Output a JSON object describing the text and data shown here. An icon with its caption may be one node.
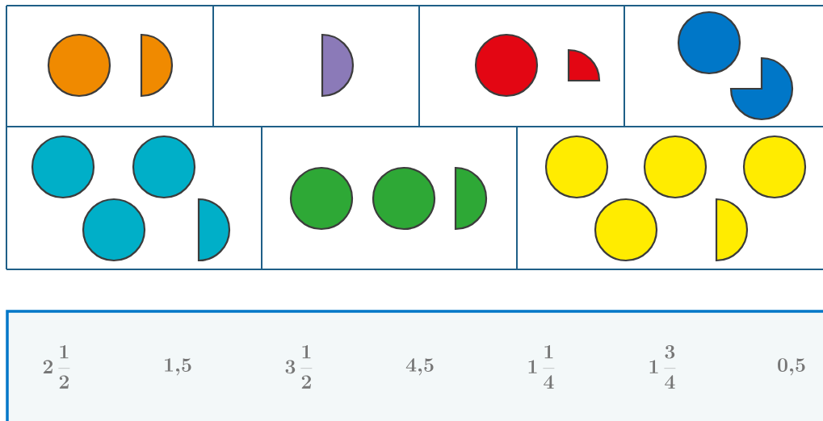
{
  "diagram": {
    "labels": [
      "2\\,\\frac{1}{2}",
      "1{,}5",
      "3\\,\\frac{1}{2}",
      "4{,}5",
      "1\\,\\frac{1}{4}",
      "1\\,\\frac{3}{4}",
      "0{,}5"
    ]
  }
}
